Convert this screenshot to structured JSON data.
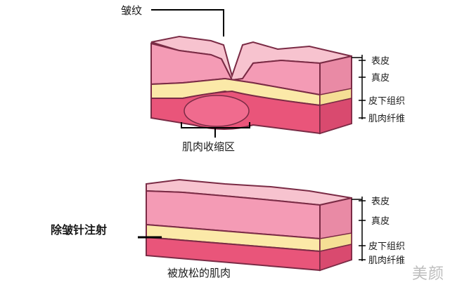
{
  "top_diagram": {
    "wrinkle_label": "皱纹",
    "contraction_label": "肌肉收缩区",
    "layers": [
      "表皮",
      "真皮",
      "皮下组织",
      "肌肉纤维"
    ]
  },
  "bottom_diagram": {
    "injection_label": "除皱针注射",
    "relaxed_label": "被放松的肌肉",
    "layers": [
      "表皮",
      "真皮",
      "皮下组织",
      "肌肉纤维"
    ]
  },
  "watermark": "美颜",
  "colors": {
    "epidermis": "#f7c3cf",
    "dermis": "#f49bb5",
    "fat": "#fbe9a8",
    "muscle": "#e9557a",
    "outline": "#7a2b45"
  }
}
